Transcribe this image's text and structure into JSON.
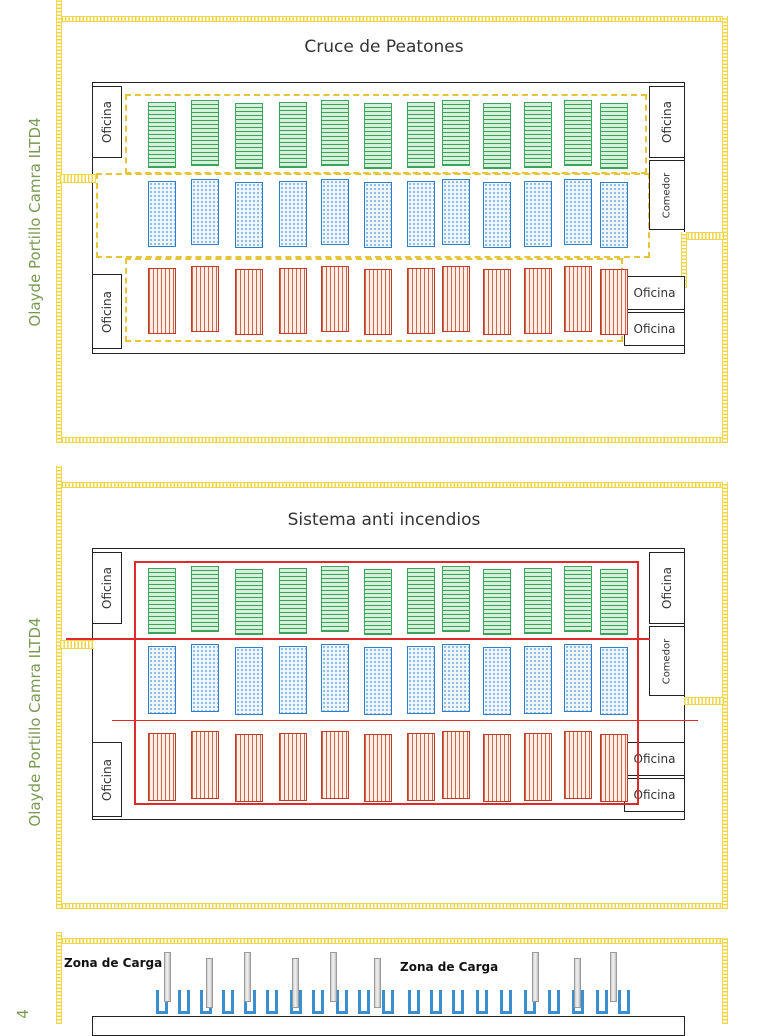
{
  "author_label": "Olayde Portillo Camra ILTD4",
  "author_label_partial": "4",
  "floor1": {
    "title": "Cruce de Peatones",
    "office_top_right": "Oficina",
    "comedor": "Comedor",
    "office_left_top": "Oficina",
    "office_left_bottom": "Oficina",
    "office_bottom_right_1": "Oficina",
    "office_bottom_right_2": "Oficina"
  },
  "floor2": {
    "title": "Sistema  anti incendios",
    "office_top_right": "Oficina",
    "comedor": "Comedor",
    "office_left_top": "Oficina",
    "office_left_bottom": "Oficina",
    "office_bottom_right_1": "Oficina",
    "office_bottom_right_2": "Oficina"
  },
  "floor3": {
    "zone_left": "Zona de Carga",
    "zone_right": "Zona de Carga"
  },
  "colors": {
    "hatch": "#f2d64a",
    "rack_green": "#3aa55a",
    "rack_blue": "#2f7fc8",
    "rack_red": "#c23a2a",
    "fire_line": "#e02a2a",
    "label": "#7a9a52"
  }
}
